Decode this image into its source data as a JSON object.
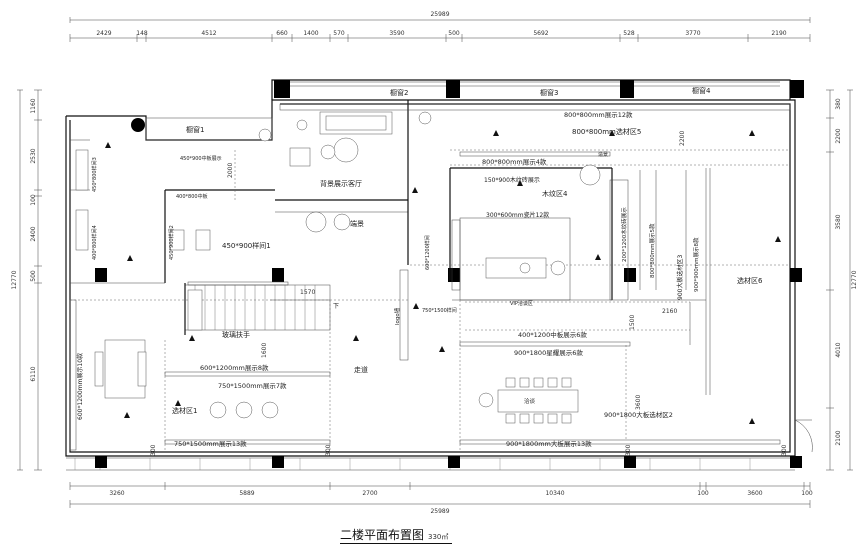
{
  "title": "二楼平面布置图",
  "area": "330㎡",
  "dims": {
    "total_top": "25989",
    "top": [
      "2429",
      "148",
      "4512",
      "660",
      "1400",
      "570",
      "3590",
      "500",
      "5692",
      "528",
      "3770",
      "2190"
    ],
    "total_bottom": "25989",
    "bottom": [
      "3260",
      "5889",
      "2700",
      "10340",
      "100",
      "3600",
      "100"
    ],
    "left_total": "12770",
    "left": [
      "1160",
      "2530",
      "100",
      "2400",
      "500",
      "6110"
    ],
    "right_total": "12770",
    "right": [
      "380",
      "2200",
      "3580",
      "4010",
      "2100"
    ],
    "inner": [
      "2000",
      "1570",
      "1600",
      "1500",
      "2160",
      "3600",
      "2200",
      "300",
      "300",
      "300",
      "300"
    ]
  },
  "windows": [
    "橱窗1",
    "橱窗2",
    "橱窗3",
    "橱窗4"
  ],
  "rooms": {
    "hall": "背景展示客厅",
    "scene": "端景",
    "corridor": "走道",
    "wood": "木纹区4",
    "vip": "VIP洽谈区",
    "zone1": "选材区1",
    "zone2": "900*1800大板选材区2",
    "zone3": "900大板选材区3",
    "zone5": "800*800mm选材区5",
    "zone6": "选材区6",
    "rail": "玻璃扶手",
    "logo": "logo墙",
    "stair_down": "下",
    "scenery": "造景",
    "talk": "洽谈"
  },
  "displays": {
    "d1": "450*900中板展示",
    "d2": "400*800中板",
    "d3": "450*900样间1",
    "d4": "450*900样间2",
    "d5": "450*800样间3",
    "d6": "400*800样间4",
    "d7": "600*1200mm展示8款",
    "d8": "750*1500mm展示7款",
    "d9": "750*1500mm展示13款",
    "d10": "600*1200mm展示10款",
    "d11": "800*800mm展示12款",
    "d12": "800*800mm展示4款",
    "d13": "150*900木纹砖展示",
    "d14": "300*600mm瓷片12款",
    "d15": "600*1200样间",
    "d16": "750*1500样间",
    "d17": "400*1200中板展示6款",
    "d18": "900*1800星耀展示6款",
    "d19": "900*1800mm大板展示13款",
    "d20": "200*1200木纹砖展示",
    "d21": "800*800mm展示5款",
    "d22": "900*900mm展示8款"
  }
}
